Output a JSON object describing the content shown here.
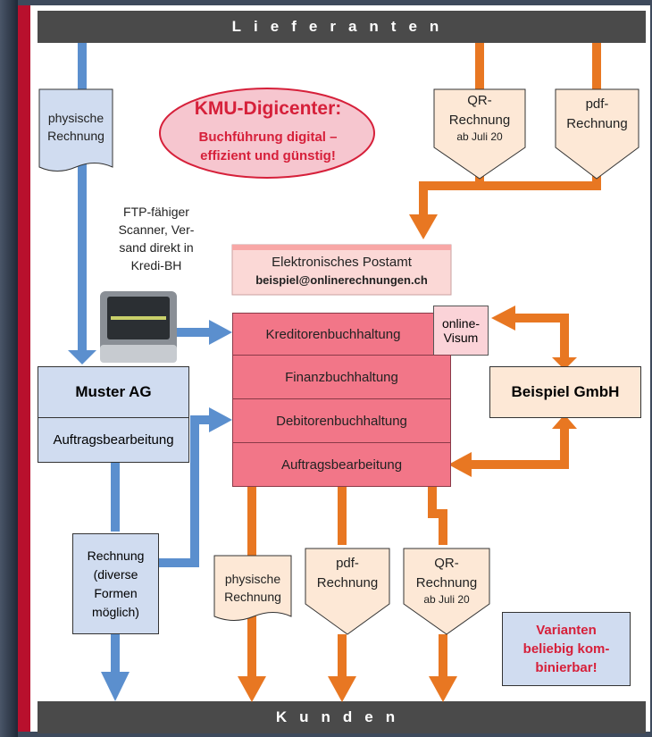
{
  "header": {
    "lieferanten": "Lieferanten",
    "kunden": "Kunden"
  },
  "oval": {
    "title": "KMU-Digicenter:",
    "line1": "Buchführung digital –",
    "line2": "effizient und günstig!"
  },
  "supplier_docs": {
    "physical": [
      "physische",
      "Rechnung"
    ],
    "qr": [
      "QR-",
      "Rechnung",
      "ab Juli 20"
    ],
    "pdf": [
      "pdf-",
      "Rechnung"
    ]
  },
  "scanner_note": [
    "FTP-fähiger",
    "Scanner, Ver-",
    "sand direkt in",
    "Kredi-BH"
  ],
  "postamt": {
    "line1": "Elektronisches Postamt",
    "email": "beispiel@onlinerechnungen.ch"
  },
  "modules": {
    "kreditoren": "Kreditorenbuchhaltung",
    "online_visum": [
      "online-",
      "Visum"
    ],
    "finanz": "Finanzbuchhaltung",
    "debitoren": "Debitorenbuchhaltung",
    "auftrags": "Auftragsbearbeitung"
  },
  "muster": {
    "name": "Muster AG",
    "sub": "Auftragsbearbeitung"
  },
  "beispiel": {
    "name": "Beispiel GmbH"
  },
  "rechnung_box": [
    "Rechnung",
    "(diverse",
    "Formen",
    "möglich)"
  ],
  "customer_docs": {
    "physical": [
      "physische",
      "Rechnung"
    ],
    "pdf": [
      "pdf-",
      "Rechnung"
    ],
    "qr": [
      "QR-",
      "Rechnung",
      "ab Juli 20"
    ]
  },
  "varianten": [
    "Varianten",
    "beliebig kom-",
    "binierbar!"
  ],
  "colors": {
    "orange": "#e87722",
    "blue": "#5b8fce",
    "pink": "#f27688",
    "red": "#b8102d",
    "band": "#4a4a4a"
  }
}
